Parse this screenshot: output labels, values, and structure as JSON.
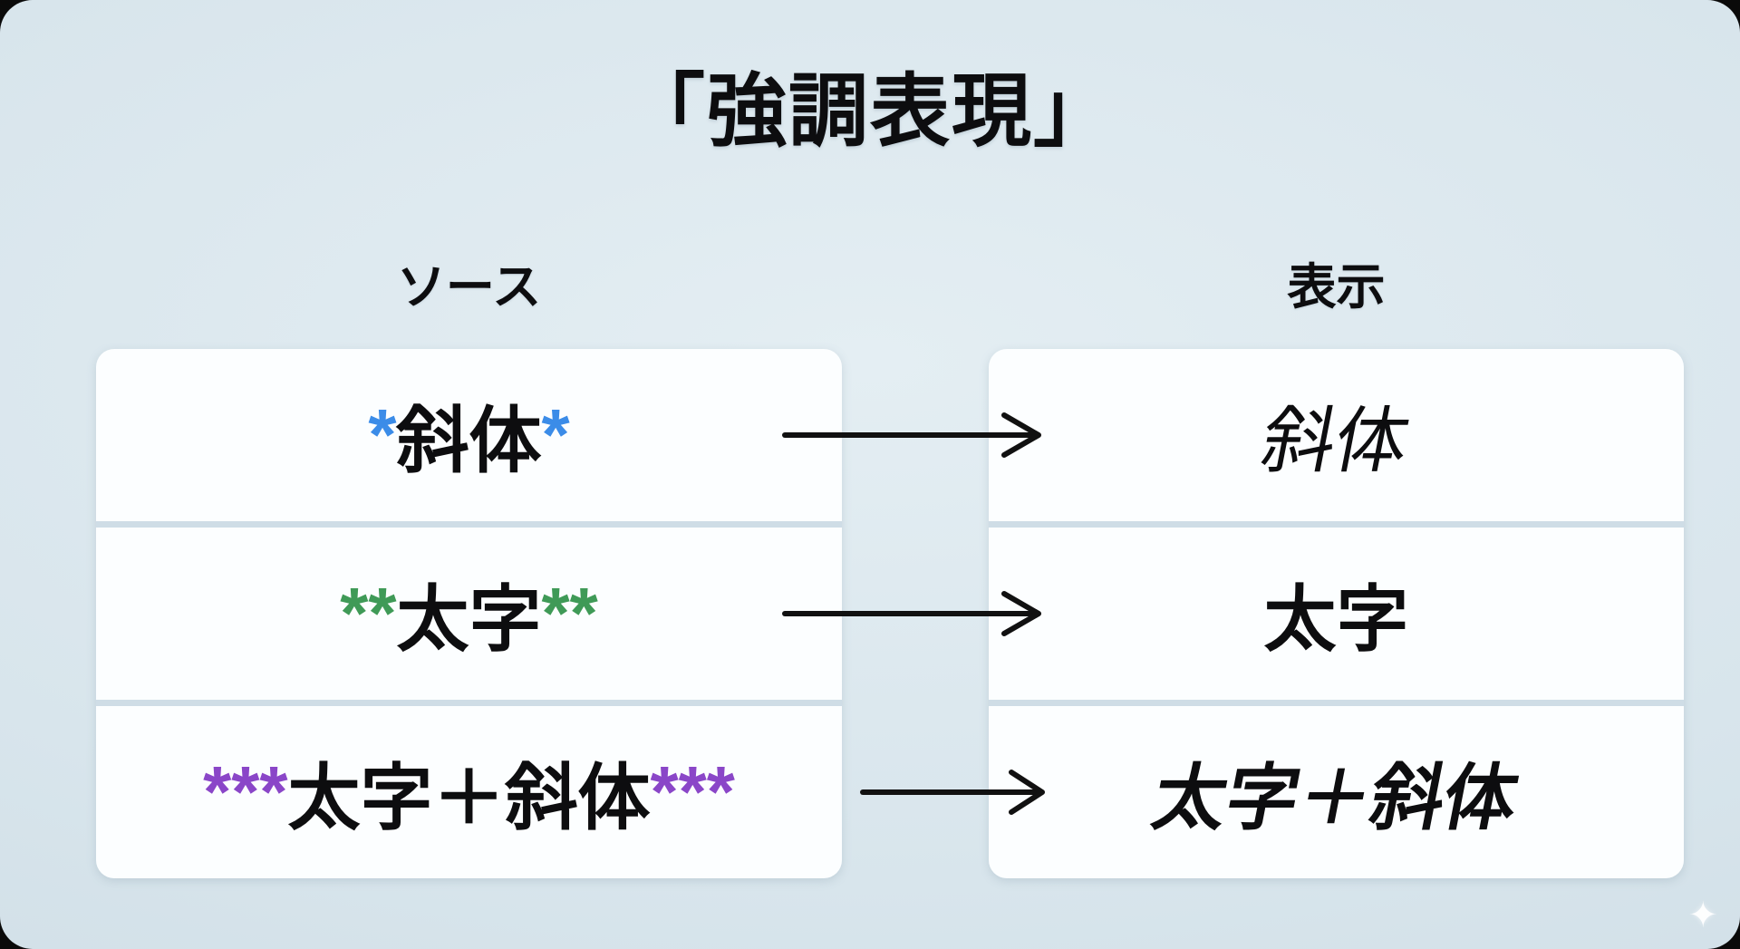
{
  "title": "「強調表現」",
  "headers": {
    "source": "ソース",
    "display": "表示"
  },
  "rows": [
    {
      "source_prefix": "*",
      "source_text": "斜体",
      "source_suffix": "*",
      "marker_color": "#3b8ce8",
      "display_text": "斜体",
      "display_style": "italic"
    },
    {
      "source_prefix": "**",
      "source_text": "太字",
      "source_suffix": "**",
      "marker_color": "#3f9a57",
      "display_text": "太字",
      "display_style": "bold"
    },
    {
      "source_prefix": "***",
      "source_text": "太字＋斜体",
      "source_suffix": "***",
      "marker_color": "#8a46c8",
      "display_text": "太字＋斜体",
      "display_style": "bold-italic"
    }
  ],
  "colors": {
    "background": "#d8e5ec",
    "box": "#fcfeff",
    "text": "#0d0d0f",
    "arrow": "#111111",
    "divider": "#cfdde6",
    "italic_marker": "#3b8ce8",
    "bold_marker": "#3f9a57",
    "bold_italic_marker": "#8a46c8"
  },
  "icons": {
    "sparkle": "✦"
  }
}
